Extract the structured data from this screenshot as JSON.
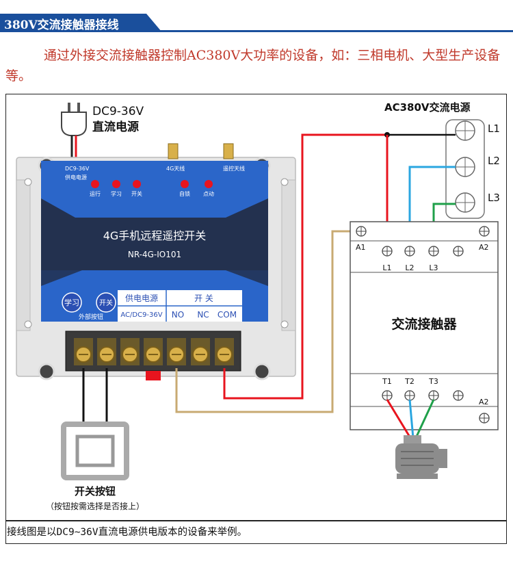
{
  "header": {
    "title": "380V交流接触器接线"
  },
  "intro": {
    "text": "通过外接交流接触器控制AC380V大功率的设备，如：三相电机、大型生产设备等。"
  },
  "dc_power": {
    "line1": "DC9-36V",
    "line2": "直流电源"
  },
  "ac_power": {
    "title": "AC380V交流电源",
    "phases": [
      "L1",
      "L2",
      "L3"
    ]
  },
  "module": {
    "top_labels": {
      "supply": "DC9-36V",
      "supply2": "供电电源",
      "antenna_4g": "4G天线",
      "antenna_remote": "遥控天线"
    },
    "leds": [
      "运行",
      "学习",
      "开关",
      "自锁",
      "点动"
    ],
    "title": "4G手机远程遥控开关",
    "model": "NR-4G-IO101",
    "learn_button": "学习",
    "switch_button": "开关",
    "external_button": "外部按钮",
    "table": {
      "supply_header": "供电电源",
      "switch_header": "开 关",
      "voltage": "AC/DC9-36V",
      "no": "NO",
      "nc": "NC",
      "com": "COM"
    }
  },
  "contactor": {
    "title": "交流接触器",
    "a1": "A1",
    "a2": "A2",
    "inputs": [
      "L1",
      "L2",
      "L3"
    ],
    "outputs": [
      "T1",
      "T2",
      "T3"
    ],
    "a2_bottom": "A2"
  },
  "push_button": {
    "label": "开关按钮",
    "note": "（按钮按需选择是否接上）"
  },
  "footer": {
    "text": "接线图是以DC9~36V直流电源供电版本的设备来举例。"
  },
  "colors": {
    "red": "#e8141e",
    "blue": "#2aa6e0",
    "green": "#1fa04a",
    "tan": "#c8aa72",
    "module_blue": "#2b66c9"
  }
}
